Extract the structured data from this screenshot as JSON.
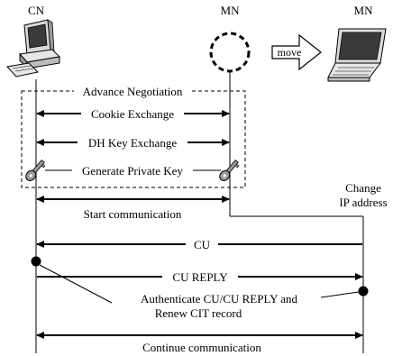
{
  "nodes": {
    "cn_label": "CN",
    "mn_label": "MN",
    "mn_new_label": "MN"
  },
  "move_label": "move",
  "advance_box_label": "Advance Negotiation",
  "messages": {
    "cookie_exchange": "Cookie Exchange",
    "dh_key_exchange": "DH Key Exchange",
    "generate_private_key": "Generate Private Key",
    "start_communication": "Start communication",
    "cu": "CU",
    "cu_reply": "CU REPLY",
    "continue_communication": "Continue communication"
  },
  "change_ip": {
    "line1": "Change",
    "line2": "IP address"
  },
  "authenticate_note": {
    "line1": "Authenticate CU/CU REPLY and",
    "line2": "Renew CIT record"
  },
  "icons": {
    "cn": "desktop-computer-icon",
    "mn": "dashed-circle-icon",
    "mn_new": "laptop-icon",
    "key": "key-icon",
    "move": "right-arrow-icon"
  },
  "colors": {
    "line": "#000000",
    "background": "#ffffff",
    "icon_fill": "#d9d9d9",
    "icon_dark": "#3a3a3a"
  }
}
